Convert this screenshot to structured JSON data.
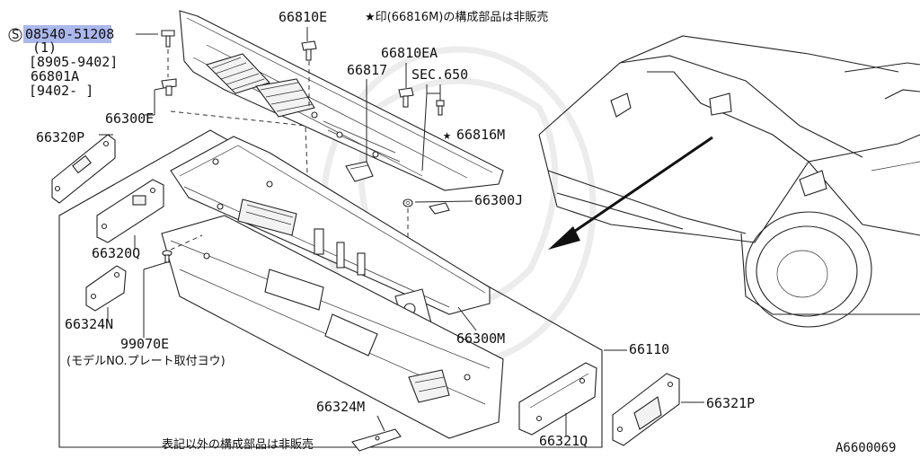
{
  "header": {
    "note": "★印(66816M)の構成部品は非販売"
  },
  "labels": {
    "bolt_code": "08540-51208",
    "bolt_circle": "S",
    "bolt_qty": "(1)",
    "bolt_date1": "[8905-9402]",
    "alt_code": "66801A",
    "alt_date": "[9402-      ]",
    "p66300E": "66300E",
    "p66810E": "66810E",
    "p66817": "66817",
    "p66810EA": "66810EA",
    "sec": "SEC.650",
    "p66816M": "66816M",
    "star": "★",
    "p66300J": "66300J",
    "p66320P": "66320P",
    "p66320Q": "66320Q",
    "p66324N": "66324N",
    "p99070E": "99070E",
    "p99070E_note": "(モデルNO.プレート取付ヨウ)",
    "p66300M": "66300M",
    "p66110": "66110",
    "p66324M": "66324M",
    "p66321Q": "66321Q",
    "p66321P": "66321P",
    "footer_note": "表記以外の構成部品は非販売",
    "diagram_code": "A6600069"
  },
  "colors": {
    "highlight": "#8fa0e6",
    "line": "#222222"
  }
}
